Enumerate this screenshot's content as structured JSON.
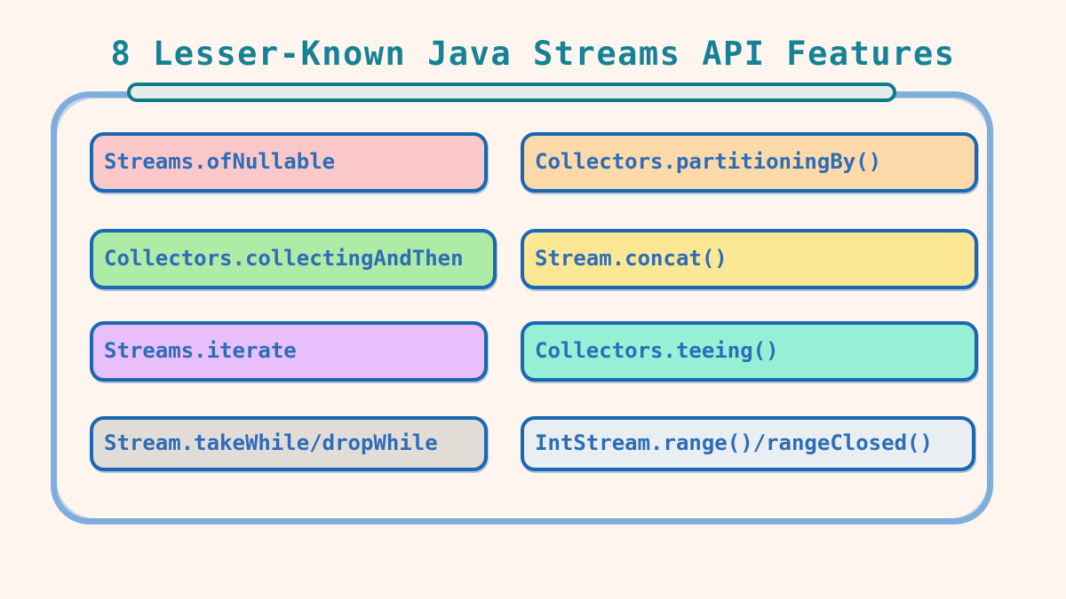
{
  "page": {
    "title": "8 Lesser-Known Java Streams API Features",
    "background_color": "#FDF5EE",
    "title_color": "#158296"
  },
  "top_bar": {
    "fill_color": "#E6ECEC",
    "border_color": "#0E7C85"
  },
  "frame": {
    "border_color": "#7FAEDC"
  },
  "cards": [
    {
      "label": "Streams.ofNullable",
      "fill_color": "#FAC8C8",
      "border_color": "#1B67B3",
      "text_color": "#2C6CB8",
      "column": "left",
      "row": 1
    },
    {
      "label": "Collectors.collectingAndThen",
      "fill_color": "#ADEBA6",
      "border_color": "#1B67B3",
      "text_color": "#2C6CB8",
      "column": "left",
      "row": 2
    },
    {
      "label": "Streams.iterate",
      "fill_color": "#E8BFFA",
      "border_color": "#1B67B3",
      "text_color": "#2C6CB8",
      "column": "left",
      "row": 3
    },
    {
      "label": "Stream.takeWhile/dropWhile",
      "fill_color": "#E2DCD6",
      "border_color": "#1B67B3",
      "text_color": "#2C6CB8",
      "column": "left",
      "row": 4
    },
    {
      "label": "Collectors.partitioningBy()",
      "fill_color": "#FCD9A8",
      "border_color": "#1B67B3",
      "text_color": "#2C6CB8",
      "column": "right",
      "row": 1
    },
    {
      "label": "Stream.concat()",
      "fill_color": "#FCE794",
      "border_color": "#1B67B3",
      "text_color": "#2C6CB8",
      "column": "right",
      "row": 2
    },
    {
      "label": "Collectors.teeing()",
      "fill_color": "#95F0D6",
      "border_color": "#1B67B3",
      "text_color": "#2C6CB8",
      "column": "right",
      "row": 3
    },
    {
      "label": "IntStream.range()/rangeClosed()",
      "fill_color": "#E8EEF2",
      "border_color": "#1B67B3",
      "text_color": "#2C6CB8",
      "column": "right",
      "row": 4
    }
  ]
}
